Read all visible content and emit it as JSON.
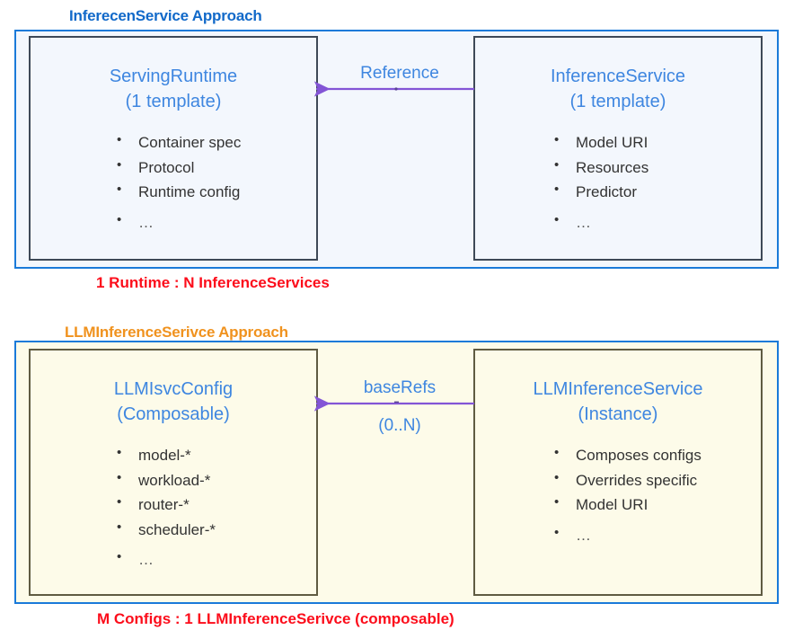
{
  "sections": [
    {
      "header": "InferecenService Approach",
      "header_color": "#1169c9",
      "panel_border_color": "#1a7ad9",
      "panel_fill": "#f3f7fd",
      "left_box": {
        "title": "ServingRuntime",
        "subtitle": "(1 template)",
        "bullets": [
          "Container spec",
          "Protocol",
          "Runtime config",
          "…"
        ]
      },
      "right_box": {
        "title": "InferenceService",
        "subtitle": "(1 template)",
        "bullets": [
          "Model URI",
          "Resources",
          "Predictor",
          "…"
        ]
      },
      "arrow": {
        "label": "Reference",
        "cardinality": "",
        "color": "#8355d6",
        "direction": "right-to-left"
      },
      "caption": "1 Runtime : N InferenceServices",
      "caption_color": "#fc0d1b"
    },
    {
      "header": "LLMInferenceSerivce Approach",
      "header_color": "#f0921e",
      "panel_border_color": "#1a7ad9",
      "panel_fill": "#fdfbe9",
      "left_box": {
        "title": "LLMIsvcConfig",
        "subtitle": "(Composable)",
        "bullets": [
          "model-*",
          "workload-*",
          "router-*",
          "scheduler-*",
          "…"
        ]
      },
      "right_box": {
        "title": "LLMInferenceService",
        "subtitle": "(Instance)",
        "bullets": [
          "Composes configs",
          "Overrides specific",
          "Model URI",
          "…"
        ]
      },
      "arrow": {
        "label": "baseRefs",
        "cardinality": "(0..N)",
        "color": "#8355d6",
        "direction": "right-to-left"
      },
      "caption": "M Configs : 1 LLMInferenceSerivce (composable)",
      "caption_color": "#fc0d1b"
    }
  ]
}
